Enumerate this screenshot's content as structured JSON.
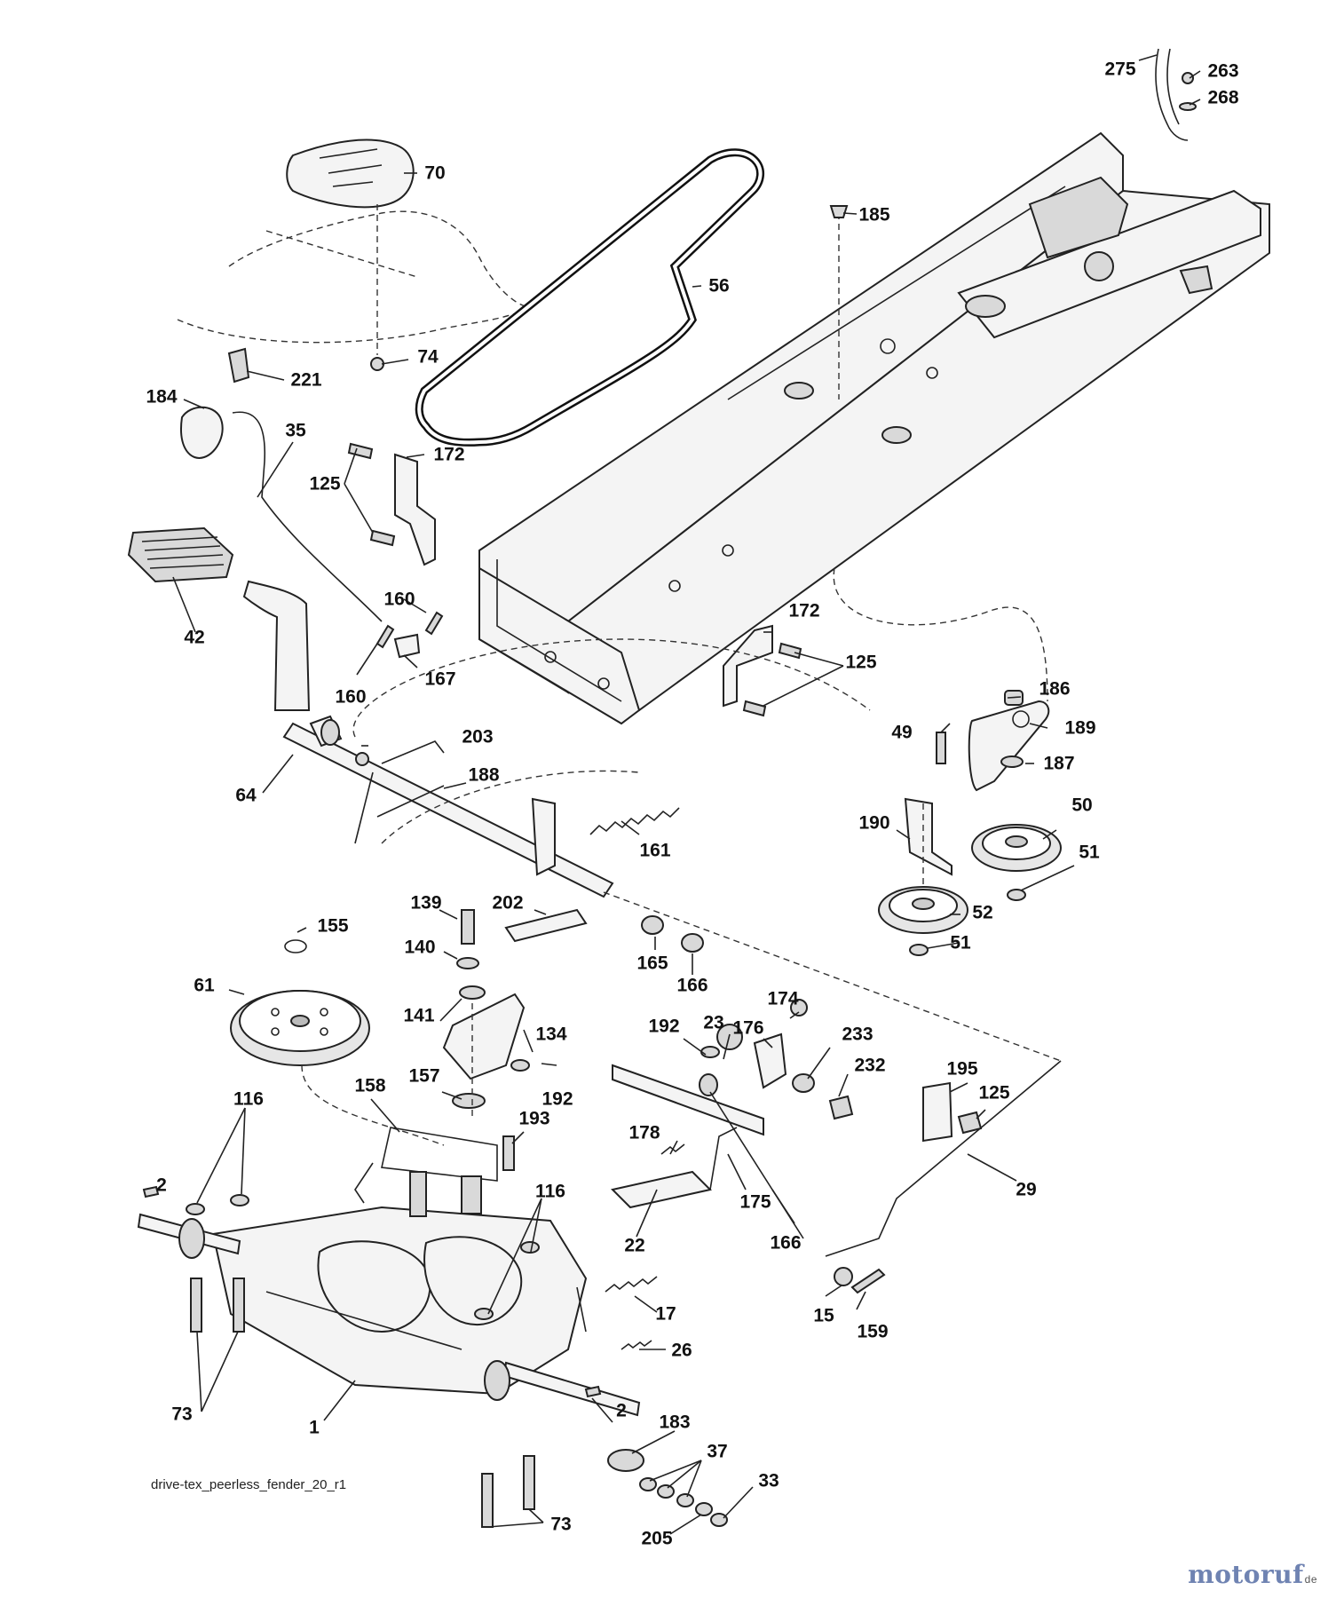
{
  "diagram": {
    "caption": "drive-tex_peerless_fender_20_r1",
    "logo": {
      "text": "motoruf",
      "tld": "de",
      "colors": {
        "main": "#6f83b2",
        "accent": "#e07a1f"
      }
    },
    "callouts": [
      "275",
      "263",
      "268",
      "70",
      "185",
      "56",
      "74",
      "221",
      "184",
      "35",
      "172",
      "125",
      "42",
      "160",
      "167",
      "203",
      "64",
      "188",
      "161",
      "186",
      "49",
      "189",
      "187",
      "190",
      "50",
      "51",
      "52",
      "139",
      "202",
      "155",
      "140",
      "165",
      "166",
      "61",
      "141",
      "134",
      "192",
      "23",
      "176",
      "174",
      "233",
      "232",
      "157",
      "195",
      "158",
      "116",
      "193",
      "178",
      "175",
      "29",
      "2",
      "17",
      "22",
      "15",
      "159",
      "26",
      "73",
      "1",
      "183",
      "37",
      "33",
      "205"
    ]
  }
}
